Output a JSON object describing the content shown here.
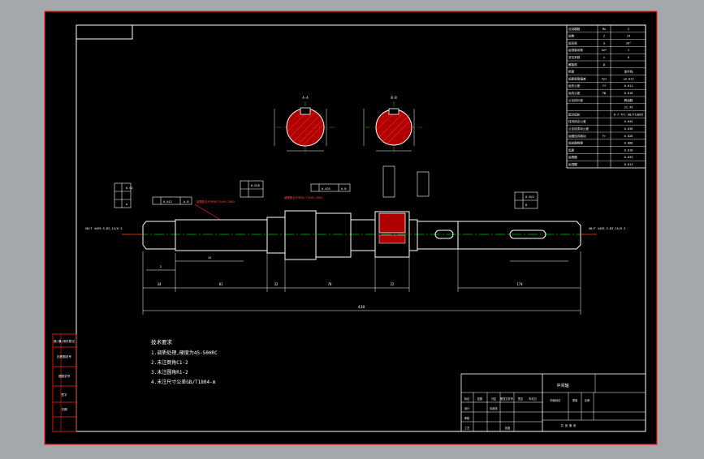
{
  "params": {
    "rows": [
      {
        "label": "法向模数",
        "sym": "Mn",
        "val": "2"
      },
      {
        "label": "齿数",
        "sym": "Z",
        "val": "24"
      },
      {
        "label": "齿形角",
        "sym": "α",
        "val": "20°"
      },
      {
        "label": "齿顶高系数",
        "sym": "ha*",
        "val": "1"
      },
      {
        "label": "变位系数",
        "sym": "x",
        "val": "0"
      },
      {
        "label": "螺旋角",
        "sym": "β",
        "val": ""
      },
      {
        "label": "精度",
        "sym": "",
        "val": "渐开线"
      },
      {
        "label": "齿距极限偏差",
        "sym": "fpt",
        "val": "±0.013"
      },
      {
        "label": "齿形公差",
        "sym": "ff",
        "val": "0.011"
      },
      {
        "label": "齿向公差",
        "sym": "Fβ",
        "val": "0.016"
      },
      {
        "label": "公法线长度",
        "sym": "",
        "val": "跨齿数"
      },
      {
        "label": "",
        "sym": "",
        "val": "21.45"
      },
      {
        "label": "配对齿轮",
        "sym": "",
        "val": "8-7-7FL GB/T10095"
      },
      {
        "label": "径向综合公差",
        "sym": "",
        "val": "0.045"
      },
      {
        "label": "公法线变动公差",
        "sym": "",
        "val": "0.036"
      },
      {
        "label": "齿圈径向跳动",
        "sym": "Fr",
        "val": "0.028"
      },
      {
        "label": "齿轮副侧隙",
        "sym": "",
        "val": "0.080"
      },
      {
        "label": "齿厚",
        "sym": "",
        "val": "0.016"
      },
      {
        "label": "齿根圆",
        "sym": "",
        "val": "0.035"
      },
      {
        "label": "齿顶圆",
        "sym": "",
        "val": "0.013"
      }
    ]
  },
  "requirements": {
    "title": "技术要求",
    "lines": [
      "1.调质处理,硬度为45-50HRC",
      "2.未注倒角C1-2",
      "3.未注圆角R1-2",
      "4.未注尺寸公差GB/T1804-m"
    ]
  },
  "titleblock": {
    "name": "中间轴",
    "labels": [
      "标记",
      "处数",
      "分区",
      "更改文件号",
      "签名",
      "年月日"
    ],
    "design": "设计",
    "check": "审核",
    "process": "工艺",
    "approve": "批准",
    "standard": "标准化",
    "stage": "阶段标记",
    "weight": "重量",
    "scale": "比例",
    "sheet": "共 张 第 张"
  },
  "sidebar": [
    "借(通)用件登记",
    "旧底图总号",
    "底图总号",
    "签字",
    "日期"
  ],
  "callouts": {
    "left_center": "GB/T 4459.5-B3.15/6.3",
    "right_center": "GB/T 4459.5-B3.15/6.3",
    "keyway_left": "键槽配合代号GB/T1095-2003",
    "keyway_right": "键槽配合代号GB/T1095-2003",
    "tol1": "0.02",
    "tol2": "0.012",
    "tol3": "0.018",
    "tol4": "0.025",
    "tol5": "0.022",
    "ref_a": "A",
    "ref_b": "B",
    "ref_ab": "A-B"
  },
  "dims": {
    "total": "438",
    "d1": "34",
    "d2": "81",
    "d3": "32",
    "d4": "78",
    "d5": "22",
    "d6": "174",
    "d7": "2",
    "d8": "15",
    "sec_a": "A-A",
    "sec_b": "B-B"
  }
}
